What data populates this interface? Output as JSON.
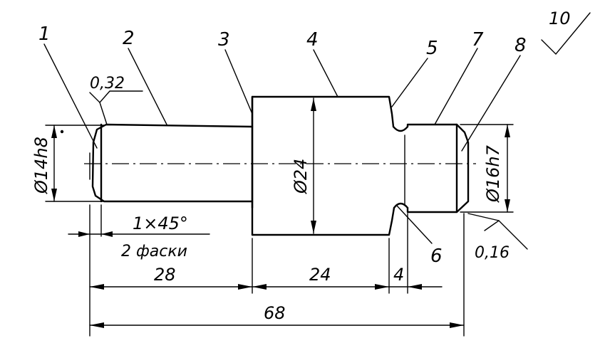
{
  "callouts": {
    "n1": "1",
    "n2": "2",
    "n3": "3",
    "n4": "4",
    "n5": "5",
    "n6": "6",
    "n7": "7",
    "n8": "8"
  },
  "roughness": {
    "general": "10",
    "r1": "0,32",
    "r2": "0,16"
  },
  "diameters": {
    "d1": "Ø14h8",
    "d2": "Ø24",
    "d3": "Ø16h7"
  },
  "chamfer": {
    "size": "1×45°",
    "note": "2 фаски"
  },
  "lengths": {
    "l1": "28",
    "l2": "24",
    "l3": "4",
    "total": "68"
  }
}
